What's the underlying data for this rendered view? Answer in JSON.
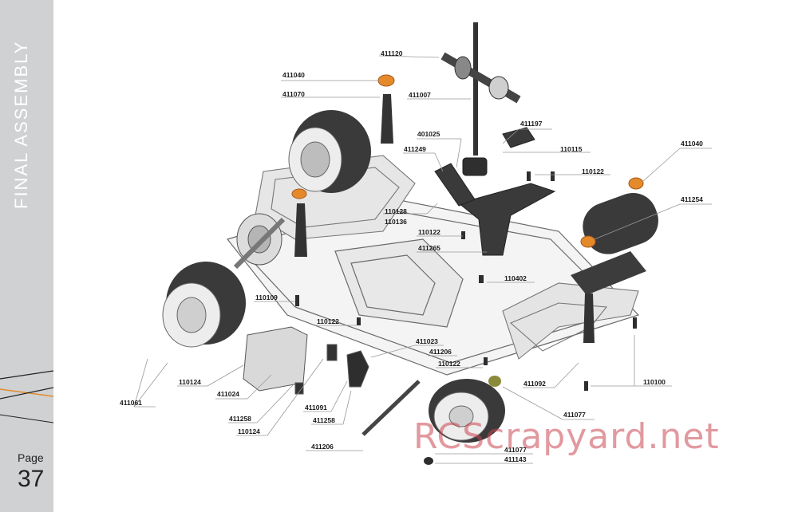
{
  "sidebar": {
    "section_title": "FINAL  ASSEMBLY",
    "page_label": "Page",
    "page_number": "37"
  },
  "watermark": "RCScrapyard.net",
  "colors": {
    "sidebar": "#cfd1d3",
    "accent_orange": "#e58a2a",
    "leader": "#999999"
  },
  "parts": {
    "p411120": "411120",
    "p411040a": "411040",
    "p411070": "411070",
    "p411007": "411007",
    "p401025": "401025",
    "p411197": "411197",
    "p411249": "411249",
    "p110115": "110115",
    "p411040b": "411040",
    "p110122a": "110122",
    "p411254": "411254",
    "p110128": "110128",
    "p110136": "110136",
    "p110122b": "110122",
    "p411265": "411265",
    "p110402": "110402",
    "p110109": "110109",
    "p110122c": "110122",
    "p411023": "411023",
    "p411206a": "411206",
    "p110122d": "110122",
    "p110124a": "110124",
    "p411092": "411092",
    "p110100": "110100",
    "p411024": "411024",
    "p411061": "411061",
    "p411091": "411091",
    "p411077a": "411077",
    "p411258a": "411258",
    "p411258b": "411258",
    "p110124b": "110124",
    "p411206b": "411206",
    "p411077b": "411077",
    "p411143": "411143"
  }
}
